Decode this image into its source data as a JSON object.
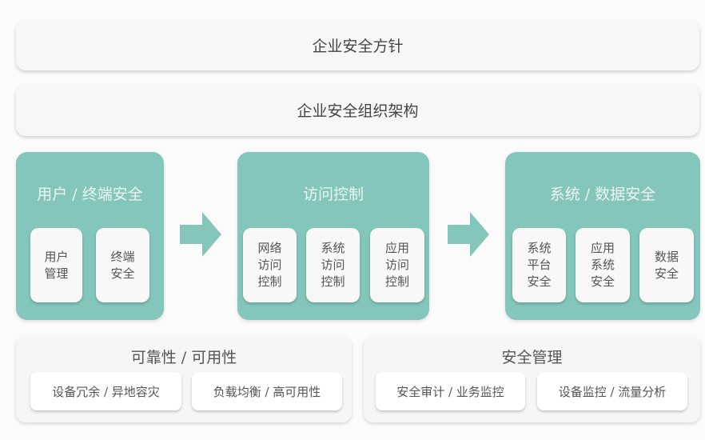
{
  "policy": "企业安全方针",
  "org": "企业安全组织架构",
  "teal_color": "#84c6bb",
  "modules": [
    {
      "title": "用户 / 终端安全",
      "items": [
        "用户\n管理",
        "终端\n安全"
      ]
    },
    {
      "title": "访问控制",
      "items": [
        "网络\n访问\n控制",
        "系统\n访问\n控制",
        "应用\n访问\n控制"
      ]
    },
    {
      "title": "系统 / 数据安全",
      "items": [
        "系统\n平台\n安全",
        "应用\n系统\n安全",
        "数据\n安全"
      ]
    }
  ],
  "arrow_icons": [
    "arrow-right",
    "arrow-right"
  ],
  "groups": [
    {
      "title": "可靠性 / 可用性",
      "items": [
        "设备冗余 / 异地容灾",
        "负载均衡 / 高可用性"
      ]
    },
    {
      "title": "安全管理",
      "items": [
        "安全审计 / 业务监控",
        "设备监控 / 流量分析"
      ]
    }
  ]
}
